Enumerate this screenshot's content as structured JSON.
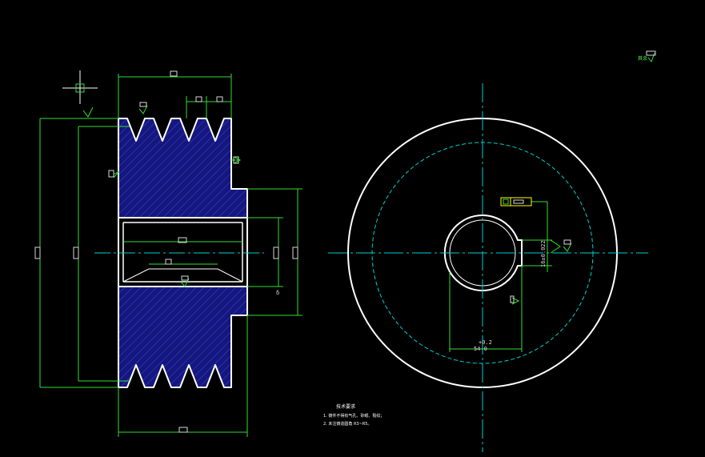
{
  "colors": {
    "background": "#000000",
    "outline": "#ffffff",
    "dimension": "#33dd33",
    "centerline": "#00d0d0",
    "hatch_fill": "#161680",
    "hatch_line": "#3050c0",
    "text": "#d8d8d8",
    "tolerance_frame": "#ffff00"
  },
  "dimensions": {
    "keyway_depth": "+0.2",
    "keyway_nominal": "54-0",
    "keyway_width": "16±0.022",
    "bore_label": "δ"
  },
  "corner_tag": "其余",
  "notes": {
    "title": "技术要求",
    "lines": [
      "1. 铸件不得有气孔、砂眼、裂纹；",
      "2. 未注铸造圆角 R3~R5。"
    ]
  },
  "icons": [
    "crosshair-icon",
    "roughness-symbol-icon",
    "tolerance-frame-icon"
  ]
}
